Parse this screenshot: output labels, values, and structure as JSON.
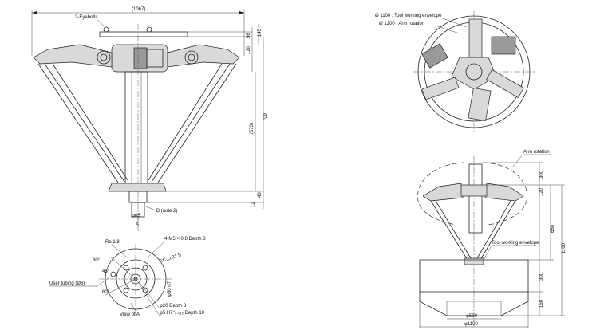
{
  "front_view": {
    "width_dim": "(1067)",
    "eyebolts": "3-Eyebolts",
    "dim_top_a": "56",
    "dim_top_b": "145",
    "dim_120": "120",
    "dim_709": "709",
    "dim_673": "(673)",
    "dim_43": "43",
    "dim_12": "12",
    "note_b": "B (note 2)",
    "dia_65": "φ65",
    "label_a": "A"
  },
  "top_view": {
    "tool_envelope": "Ø 1100 : Tool working envelope",
    "arm_rotation": "Ø 1200 : Arm rotation"
  },
  "side_view": {
    "arm_rotation": "Arm rotation",
    "dim_300a": "300",
    "dim_120": "120",
    "dim_650": "650",
    "dim_1100": "1100",
    "dim_300b": "300",
    "dim_150": "150",
    "tool_envelope": "Tool working envelope",
    "dia_580": "φ580",
    "dia_1100": "φ1100"
  },
  "view_a": {
    "ra": "Ra 1/8",
    "m5": "4-M5 × 0.8 Depth 8",
    "pcd": "P.C.D.31.5",
    "user_tubing": "User tubing (Ø6)",
    "a30": "30°",
    "a45": "45°",
    "a60": "60°",
    "d20": "φ20 Depth 3",
    "d5": "φ5 H7⁰₀.₀₁₂ Depth 10",
    "d50": "φ50 h7",
    "view_label": "View of A"
  }
}
